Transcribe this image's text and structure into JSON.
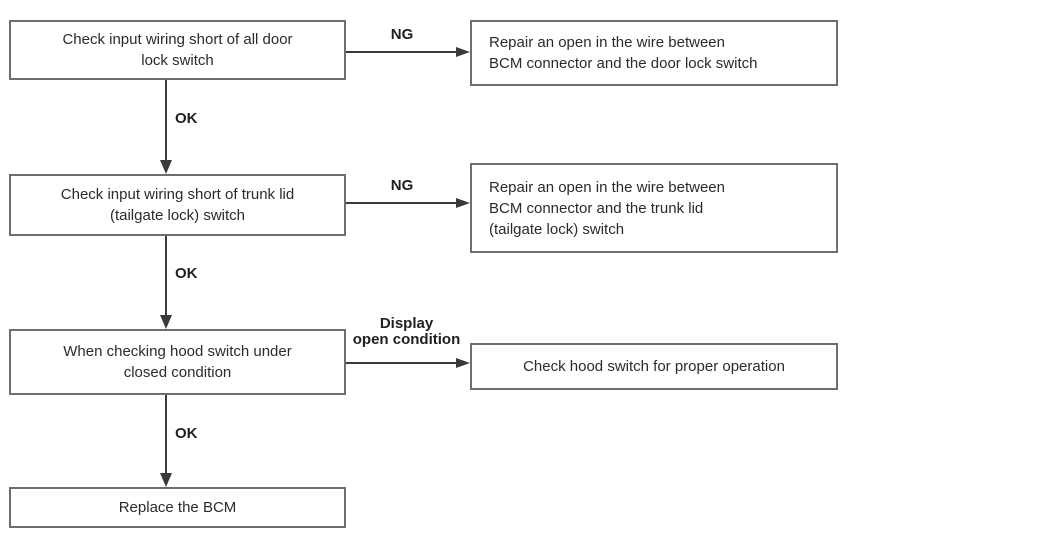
{
  "flowchart": {
    "steps": [
      {
        "id": "check-door-lock",
        "text": "Check input wiring short of all door\nlock switch"
      },
      {
        "id": "repair-door-lock-wire",
        "text": "Repair an open in the wire between\nBCM connector and the door lock switch"
      },
      {
        "id": "check-trunk-lid",
        "text": "Check input wiring short of trunk lid\n(tailgate lock) switch"
      },
      {
        "id": "repair-trunk-lid-wire",
        "text": "Repair an open in the wire between\nBCM connector and the trunk lid\n(tailgate lock) switch"
      },
      {
        "id": "check-hood-switch",
        "text": "When checking hood switch under\nclosed condition"
      },
      {
        "id": "check-hood-operation",
        "text": "Check hood switch for proper operation"
      },
      {
        "id": "replace-bcm",
        "text": "Replace the BCM"
      }
    ],
    "edge_labels": {
      "ng_door": "NG",
      "ng_trunk": "NG",
      "ok_door": "OK",
      "ok_trunk": "OK",
      "ok_hood": "OK",
      "display_open": "Display\nopen condition"
    },
    "colors": {
      "box_border": "#6e6e6e",
      "line": "#3a3a3a",
      "text": "#2b2b2b",
      "background": "#ffffff"
    }
  }
}
